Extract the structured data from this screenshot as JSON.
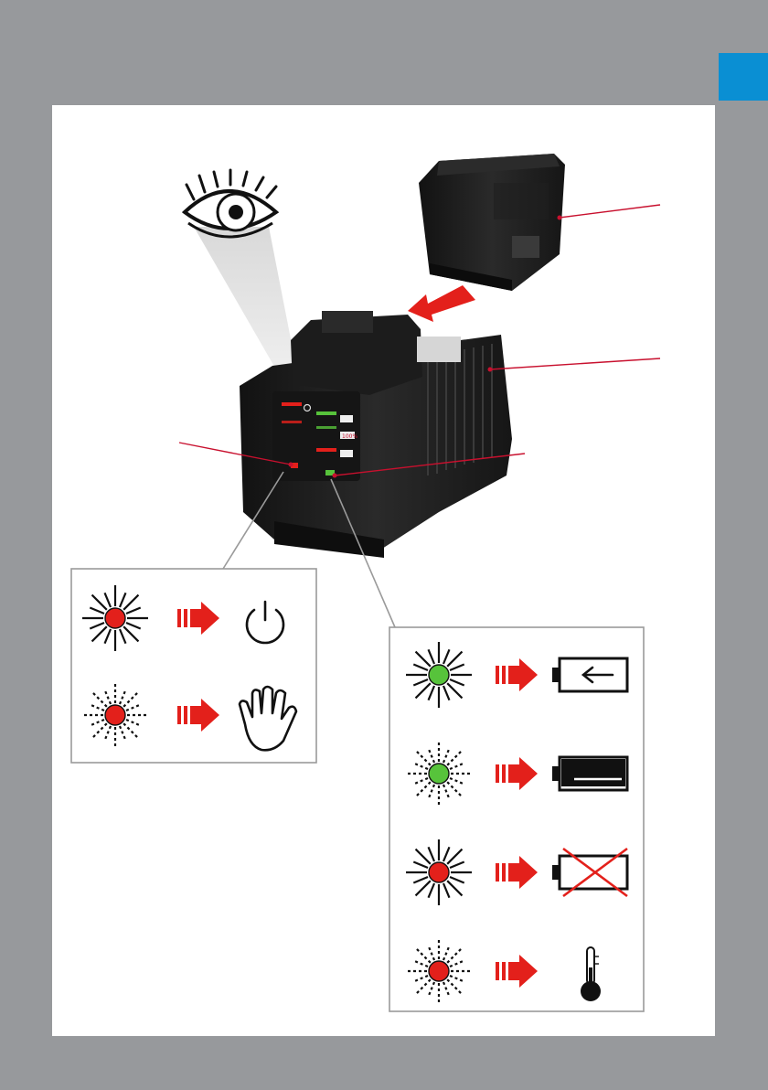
{
  "page": {
    "background": "#97999c",
    "panel_color": "#ffffff",
    "tab_color": "#0a8fd3"
  },
  "colors": {
    "led_red": "#e3201b",
    "led_green": "#57c33b",
    "arrow_red": "#e3201b",
    "leader_line": "#c8102e",
    "device_dark": "#1b1b1b",
    "panel_border": "#9a9a9a"
  },
  "legend_left": {
    "rows": [
      {
        "led": "red",
        "mode": "steady",
        "symbol": "power-icon"
      },
      {
        "led": "red",
        "mode": "flashing",
        "symbol": "hand-icon"
      }
    ]
  },
  "legend_right": {
    "rows": [
      {
        "led": "green",
        "mode": "steady",
        "symbol": "battery-charging-icon"
      },
      {
        "led": "green",
        "mode": "flashing",
        "symbol": "battery-full-icon"
      },
      {
        "led": "red",
        "mode": "steady",
        "symbol": "battery-fault-icon"
      },
      {
        "led": "red",
        "mode": "flashing",
        "symbol": "thermometer-icon"
      }
    ]
  },
  "charger_label": "100%"
}
